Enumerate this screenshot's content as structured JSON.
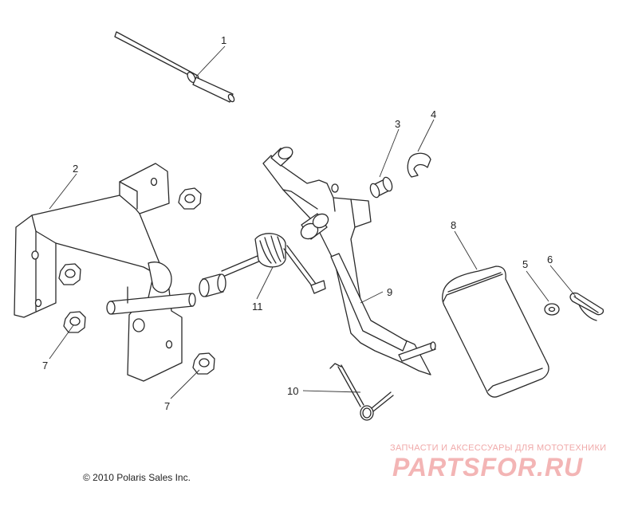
{
  "callouts": {
    "c1": "1",
    "c2": "2",
    "c3": "3",
    "c4": "4",
    "c5": "5",
    "c6": "6",
    "c7a": "7",
    "c7b": "7",
    "c8": "8",
    "c9": "9",
    "c10": "10",
    "c11": "11"
  },
  "copyright": "© 2010 Polaris Sales Inc.",
  "watermark": {
    "tagline": "ЗАПЧАСТИ И АКСЕССУАРЫ ДЛЯ МОТОТЕХНИКИ",
    "brand": "PARTSFOR.RU"
  }
}
